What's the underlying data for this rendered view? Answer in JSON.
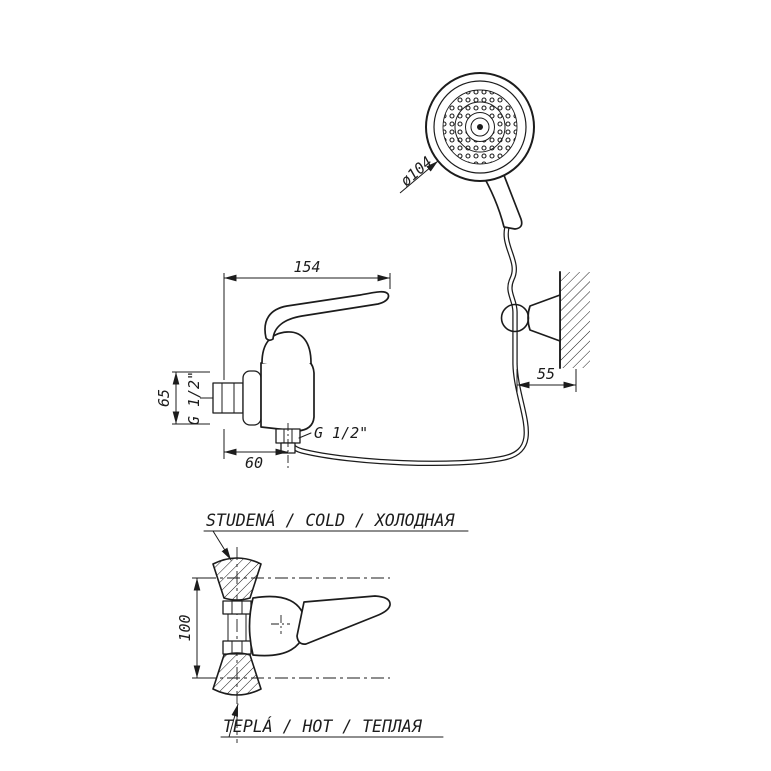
{
  "page": {
    "background": "#ffffff",
    "line_color": "#1c1c1c"
  },
  "side_view": {
    "dim_width": "154",
    "dim_inlet_height": "65",
    "dim_outlet_offset": "60",
    "thread_inlet": "G 1/2\"",
    "thread_outlet": "G 1/2\""
  },
  "shower": {
    "dim_head_diameter": "ø104",
    "dim_bracket_depth": "55"
  },
  "front_view": {
    "dim_inlet_spacing": "100",
    "label_cold": "STUDENÁ / COLD / ХОЛОДНАЯ",
    "label_hot": "TEPLÁ / HOT / ТЕПЛАЯ"
  }
}
